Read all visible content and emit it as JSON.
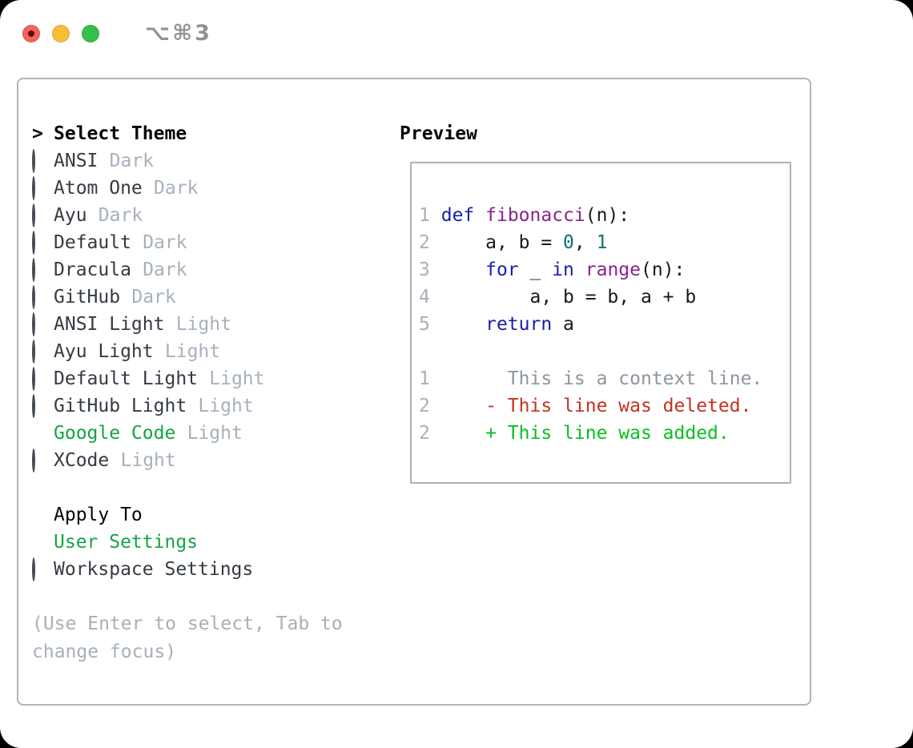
{
  "window": {
    "title": "⌥⌘3",
    "traffic_lights": [
      "close",
      "minimize",
      "zoom"
    ]
  },
  "colors": {
    "selection_green": "#13a445",
    "diff_added_green": "#0abf1e",
    "diff_deleted_red": "#c23321",
    "keyword_blue": "#1a1daa",
    "function_purple": "#8b2290",
    "number_teal": "#0d7171",
    "muted_gray": "#a7b0ba",
    "panel_border": "#aeb5bf"
  },
  "theme_picker": {
    "header_marker": ">",
    "header": "Select Theme",
    "items": [
      {
        "name": "ANSI",
        "tag": "Dark",
        "selected": false
      },
      {
        "name": "Atom One",
        "tag": "Dark",
        "selected": false
      },
      {
        "name": "Ayu",
        "tag": "Dark",
        "selected": false
      },
      {
        "name": "Default",
        "tag": "Dark",
        "selected": false
      },
      {
        "name": "Dracula",
        "tag": "Dark",
        "selected": false
      },
      {
        "name": "GitHub",
        "tag": "Dark",
        "selected": false
      },
      {
        "name": "ANSI Light",
        "tag": "Light",
        "selected": false
      },
      {
        "name": "Ayu Light",
        "tag": "Light",
        "selected": false
      },
      {
        "name": "Default Light",
        "tag": "Light",
        "selected": false
      },
      {
        "name": "GitHub Light",
        "tag": "Light",
        "selected": false
      },
      {
        "name": "Google Code",
        "tag": "Light",
        "selected": true
      },
      {
        "name": "XCode",
        "tag": "Light",
        "selected": false
      }
    ],
    "apply_to": {
      "header": "Apply To",
      "options": [
        {
          "label": "User Settings",
          "selected": true
        },
        {
          "label": "Workspace Settings",
          "selected": false
        }
      ]
    },
    "help": "(Use Enter to select, Tab to change focus)"
  },
  "preview": {
    "header": "Preview",
    "lines": [
      {
        "num": "1",
        "parts": [
          [
            "pl",
            " "
          ],
          [
            "kw",
            "def"
          ],
          [
            "pl",
            " "
          ],
          [
            "fn",
            "fibonacci"
          ],
          [
            "pl",
            "(n):"
          ]
        ]
      },
      {
        "num": "2",
        "parts": [
          [
            "pl",
            "     a, b = "
          ],
          [
            "nm",
            "0"
          ],
          [
            "pl",
            ", "
          ],
          [
            "nm",
            "1"
          ]
        ]
      },
      {
        "num": "3",
        "parts": [
          [
            "pl",
            "     "
          ],
          [
            "kw",
            "for"
          ],
          [
            "pl",
            " _ "
          ],
          [
            "kw",
            "in"
          ],
          [
            "pl",
            " "
          ],
          [
            "fn",
            "range"
          ],
          [
            "pl",
            "(n):"
          ]
        ]
      },
      {
        "num": "4",
        "parts": [
          [
            "pl",
            "         a, b = b, a + b"
          ]
        ]
      },
      {
        "num": "5",
        "parts": [
          [
            "pl",
            "     "
          ],
          [
            "kw",
            "return"
          ],
          [
            "pl",
            " a"
          ]
        ]
      },
      {
        "num": "",
        "parts": []
      },
      {
        "num": "1",
        "parts": [
          [
            "ctx",
            "       This is a context line."
          ]
        ]
      },
      {
        "num": "2",
        "parts": [
          [
            "del",
            "     - This line was deleted."
          ]
        ]
      },
      {
        "num": "2",
        "parts": [
          [
            "add",
            "     + This line was added."
          ]
        ]
      }
    ]
  }
}
